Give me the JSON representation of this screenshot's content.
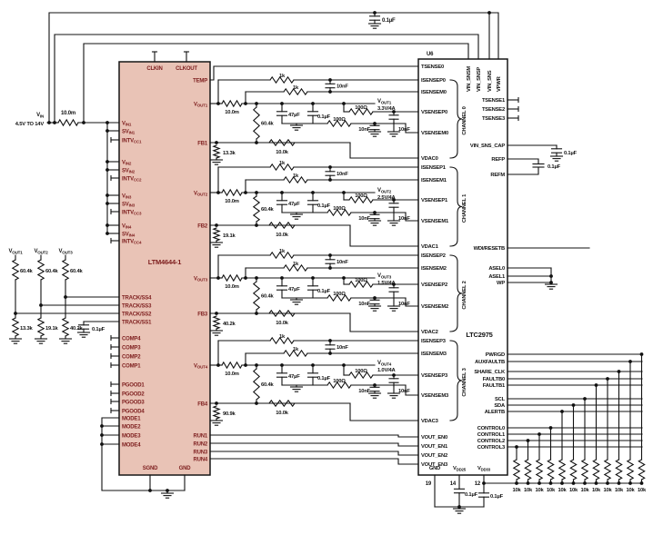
{
  "schematic": {
    "u6_ref": "U6",
    "vin": {
      "label": "V~IN~",
      "range": "4.5V TO 14V",
      "shunt": "10.0m",
      "bypass_cap": "0.1µF"
    },
    "ltm": {
      "name": "LTM4644-1",
      "top_pins": [
        "CLKIN",
        "CLKOUT"
      ],
      "left_pins": [
        "V~IN1~",
        "SV~IN1~",
        "INTV~CC1~",
        "V~IN2~",
        "SV~IN2~",
        "INTV~CC2~",
        "V~IN3~",
        "SV~IN3~",
        "INTV~CC3~",
        "V~IN4~",
        "SV~IN4~",
        "INTV~CC4~",
        "TRACK/SS4",
        "TRACK/SS3",
        "TRACK/SS2",
        "TRACK/SS1",
        "COMP4",
        "COMP3",
        "COMP2",
        "COMP1",
        "PGOOD1",
        "PGOOD2",
        "PGOOD3",
        "PGOOD4",
        "MODE1",
        "MODE2",
        "MODE3",
        "MODE4"
      ],
      "right_pins": [
        "TEMP",
        "V~OUT1~",
        "FB1",
        "V~OUT2~",
        "FB2",
        "V~OUT3~",
        "FB3",
        "V~OUT4~",
        "FB4",
        "RUN1",
        "RUN2",
        "RUN3",
        "RUN4"
      ],
      "bottom_pins": [
        "SGND",
        "GND"
      ]
    },
    "ltc": {
      "name": "LTC2975",
      "top_pins": [
        "VIN_SNSM",
        "VIN_SNSP",
        "VIN_SNS",
        "VPWR"
      ],
      "left_pins": [
        "TSENSE0",
        "ISENSEP0",
        "ISENSEM0",
        "VSENSEP0",
        "VSENSEM0",
        "VDAC0",
        "ISENSEP1",
        "ISENSEM1",
        "VSENSEP1",
        "VSENSEM1",
        "VDAC1",
        "ISENSEP2",
        "ISENSEM2",
        "VSENSEP2",
        "VSENSEM2",
        "VDAC2",
        "ISENSEP3",
        "ISENSEM3",
        "VSENSEP3",
        "VSENSEM3",
        "VDAC3",
        "VOUT_EN0",
        "VOUT_EN1",
        "VOUT_EN2",
        "VOUT_EN3"
      ],
      "right_pins": [
        "TSENSE1",
        "TSENSE2",
        "TSENSE3",
        "VIN_SNS_CAP",
        "REFP",
        "REFM",
        "WDI/RESETB",
        "ASEL0",
        "ASEL1",
        "WP",
        "PWRGD",
        "AUXFAULTB",
        "SHARE_CLK",
        "FAULTB0",
        "FAULTB1",
        "SCL",
        "SDA",
        "ALERTB",
        "CONTROL0",
        "CONTROL1",
        "CONTROL2",
        "CONTROL3"
      ],
      "bottom_pins": [
        "GND",
        "V~DD25~",
        "V~DD33~"
      ],
      "bottom_pin_numbers": [
        "19",
        "14",
        "12"
      ],
      "channel_labels": [
        "CHANNEL 0",
        "CHANNEL 1",
        "CHANNEL 2",
        "CHANNEL 3"
      ]
    },
    "channels": [
      {
        "out": "V~OUT1~",
        "rating": "3.3V/4A",
        "shunt": "10.0m",
        "r_isp": "1k",
        "r_ism": "1k",
        "c_diff": "10nF",
        "r_fb_top": "60.4k",
        "c_bulk": "47µF",
        "c_hf": "0.1µF",
        "r_vsp": "100Ω",
        "r_vsm": "100Ω",
        "c_vsp": "10nF",
        "c_vsm": "10nF",
        "r_fb_bot": "13.3k",
        "r_dac": "10.0k"
      },
      {
        "out": "V~OUT2~",
        "rating": "2.5V/4A",
        "shunt": "10.0m",
        "r_isp": "1k",
        "r_ism": "1k",
        "c_diff": "10nF",
        "r_fb_top": "60.4k",
        "c_bulk": "47µF",
        "c_hf": "0.1µF",
        "r_vsp": "100Ω",
        "r_vsm": "100Ω",
        "c_vsp": "10nF",
        "c_vsm": "10nF",
        "r_fb_bot": "19.1k",
        "r_dac": "10.0k"
      },
      {
        "out": "V~OUT3~",
        "rating": "1.5V/4A",
        "shunt": "10.0m",
        "r_isp": "1k",
        "r_ism": "1k",
        "c_diff": "10nF",
        "r_fb_top": "60.4k",
        "c_bulk": "47µF",
        "c_hf": "0.1µF",
        "r_vsp": "100Ω",
        "r_vsm": "100Ω",
        "c_vsp": "10nF",
        "c_vsm": "10nF",
        "r_fb_bot": "40.2k",
        "r_dac": "10.0k"
      },
      {
        "out": "V~OUT4~",
        "rating": "1.0V/4A",
        "shunt": "10.0m",
        "r_isp": "1k",
        "r_ism": "1k",
        "c_diff": "10nF",
        "r_fb_top": "60.4k",
        "c_bulk": "47µF",
        "c_hf": "0.1µF",
        "r_vsp": "100Ω",
        "r_vsm": "100Ω",
        "c_vsp": "10nF",
        "c_vsm": "10nF",
        "r_fb_bot": "90.9k",
        "r_dac": "10.0k"
      }
    ],
    "track": {
      "dividers": [
        {
          "out": "V~OUT1~",
          "r_top": "60.4k",
          "r_bot": "13.3k"
        },
        {
          "out": "V~OUT2~",
          "r_top": "60.4k",
          "r_bot": "19.1k"
        },
        {
          "out": "V~OUT3~",
          "r_top": "60.4k",
          "r_bot": "40.2k"
        }
      ],
      "ss_cap": "0.1µF"
    },
    "ref": {
      "sns_cap": "0.1µF",
      "ref_cap": "0.1µF"
    },
    "vdd": {
      "cap25": "0.1µF",
      "cap33": "0.1µF"
    },
    "pullups": {
      "value": "10k",
      "count": 12
    }
  }
}
